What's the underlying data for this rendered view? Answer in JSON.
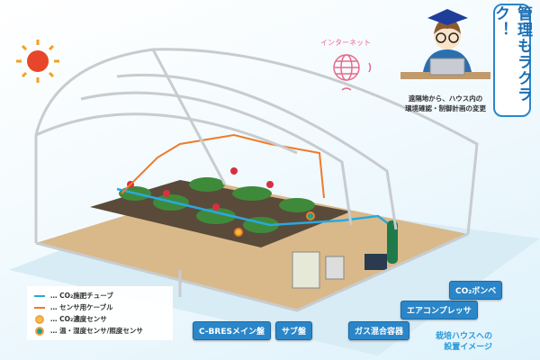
{
  "remote": {
    "internet_label": "インターネット",
    "caption_line1": "遠隔地から、ハウス内の",
    "caption_line2": "環境確認・制御計画の変更",
    "bubble": "管理もラクラク！"
  },
  "labels": {
    "main_panel": "C-BRESメイン盤",
    "sub_panel": "サブ盤",
    "gas_mixer": "ガス混合容器",
    "compressor": "エアコンプレッサ",
    "co2_cylinder": "CO₂ボンベ"
  },
  "legend": [
    {
      "text": "… CO₂施肥チューブ",
      "color": "#29a8e0"
    },
    {
      "text": "… センサ用ケーブル",
      "color": "#f07a2a"
    },
    {
      "text": "… CO₂濃度センサ",
      "color": "#f5c040"
    },
    {
      "text": "… 温・湿度センサ/照度センサ",
      "color": "#1aa58a"
    }
  ],
  "footer": {
    "line1": "栽培ハウスへの",
    "line2": "設置イメージ"
  }
}
